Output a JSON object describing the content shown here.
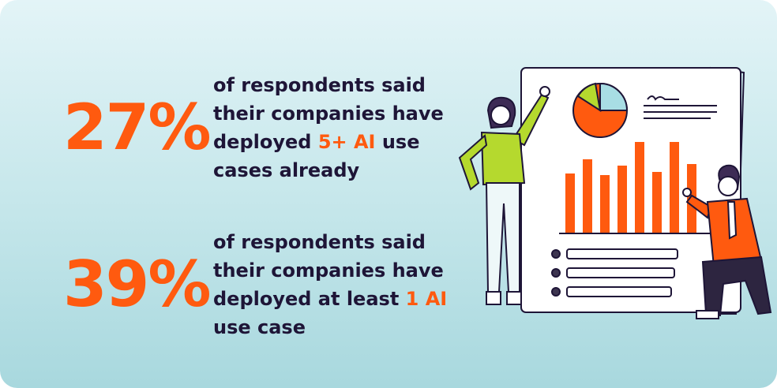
{
  "stats": [
    {
      "percent": "27%",
      "line1": "of respondents said",
      "line2": "their companies have",
      "line3_pre": "deployed ",
      "line3_highlight": "5+ AI",
      "line3_post": " use",
      "line4": "cases already"
    },
    {
      "percent": "39%",
      "line1": "of respondents said",
      "line2": "their companies have",
      "line3_pre": "deployed at least ",
      "line3_highlight": "1 AI",
      "line3_post": "",
      "line4": "use case"
    }
  ],
  "colors": {
    "accent": "#ff5a0f",
    "text": "#1e1537",
    "background_top": "#e3f4f7",
    "background_bottom": "#a8d8de"
  },
  "illustration": {
    "icons": [
      "pie-chart-icon",
      "bar-chart-icon",
      "woman-figure",
      "man-figure"
    ]
  }
}
